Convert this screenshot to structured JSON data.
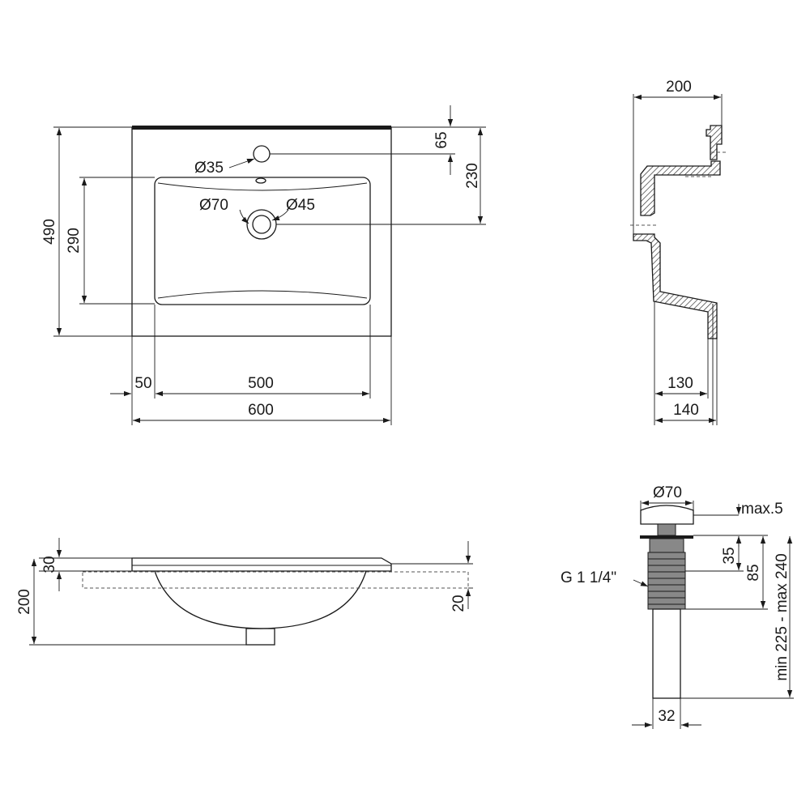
{
  "top_view": {
    "dim_width_total": "600",
    "dim_bowl_width": "500",
    "dim_side_offset": "50",
    "dim_depth_total": "490",
    "dim_bowl_depth": "290",
    "dim_tap_hole_offset": "65",
    "dim_drain_offset": "230",
    "label_tap_hole": "Ø35",
    "label_drain_outer": "Ø70",
    "label_drain_inner": "Ø45"
  },
  "side_section": {
    "dim_top_width": "200",
    "dim_bottom_inner": "130",
    "dim_bottom_outer": "140"
  },
  "front_view": {
    "dim_rim_thickness": "30",
    "dim_total_height": "200",
    "dim_overlap": "20"
  },
  "drain_detail": {
    "label_cap_diameter": "Ø70",
    "label_cap_max": "max.5",
    "label_thread": "G 1 1/4\"",
    "dim_thread_upper": "35",
    "dim_thread_total": "85",
    "dim_length_range": "min 225 - max 240",
    "dim_pipe_diameter": "32"
  }
}
